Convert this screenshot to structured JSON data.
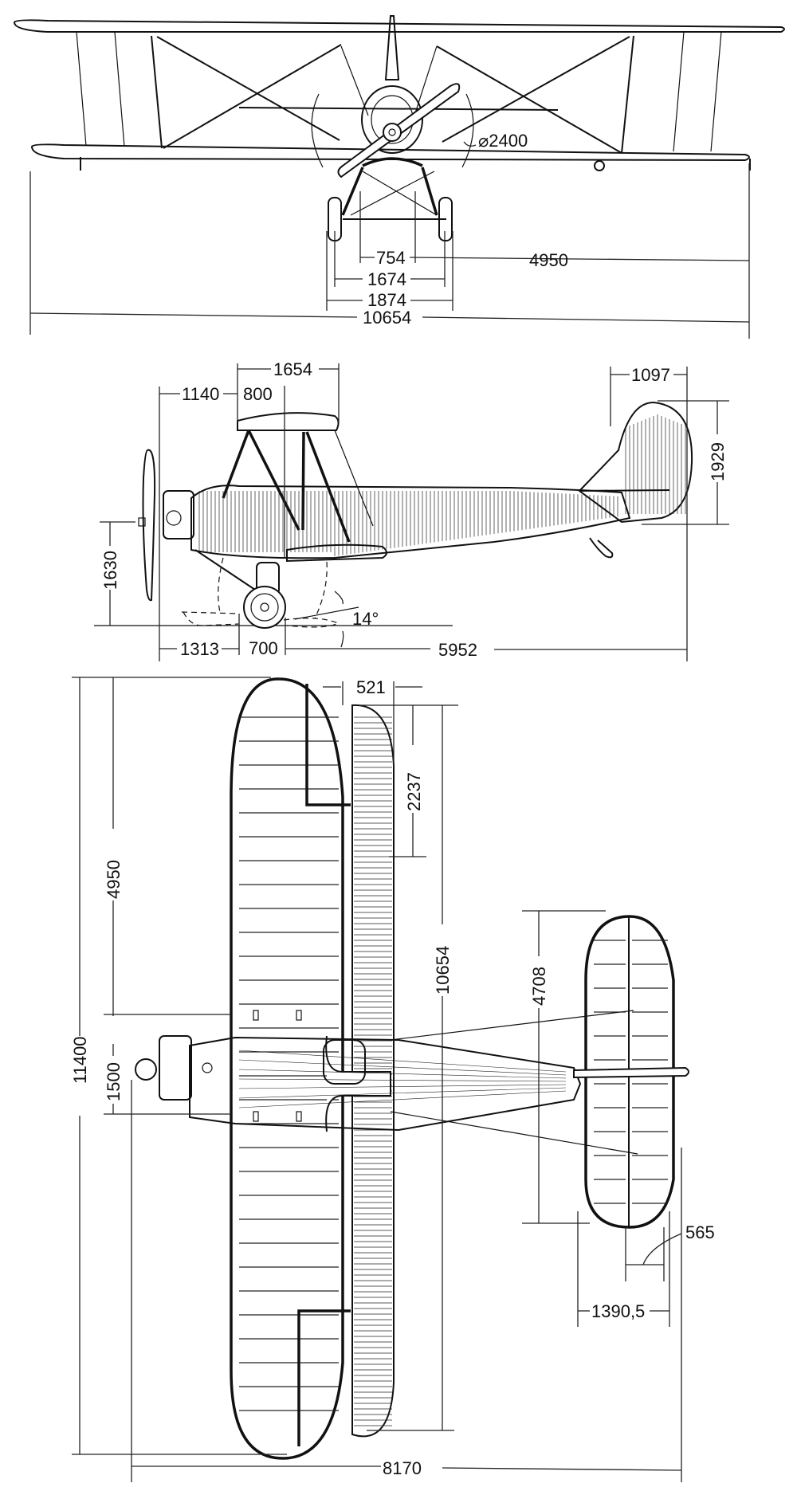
{
  "drawing": {
    "subject": "Biplane three-view drawing",
    "units": "mm",
    "views": [
      "front-view",
      "side-view",
      "top-view"
    ]
  },
  "front_view": {
    "dimensions": {
      "propeller_diameter": "⌀2400",
      "half_span": "4950",
      "wingspan": "10654",
      "strut_spacing": "754",
      "wheel_track_inner": "1674",
      "wheel_track_outer": "1874"
    }
  },
  "side_view": {
    "dimensions": {
      "wing_stagger": "1654",
      "prop_to_wing": "1140",
      "upper_offset": "800",
      "fin_chord": "1097",
      "tail_height": "1929",
      "prop_axis_height": "1630",
      "nose_to_wheel": "1313",
      "wheel_base": "700",
      "wheel_to_tail": "5952",
      "ground_angle": "14°"
    }
  },
  "top_view": {
    "dimensions": {
      "upper_span": "11400",
      "half_span_upper": "4950",
      "center_section": "1500",
      "lower_span": "10654",
      "wing_offset": "521",
      "aileron_length": "2237",
      "stabilizer_span": "4708",
      "elevator_chord": "565",
      "stabilizer_chord": "1390,5",
      "overall_length": "8170"
    }
  }
}
